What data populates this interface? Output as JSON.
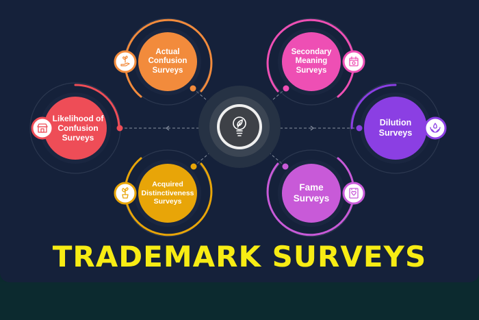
{
  "title": "TRADEMARK SURVEYS",
  "center": {
    "icon": "lightbulb-leaf-icon"
  },
  "nodes": [
    {
      "id": "actual-confusion",
      "label": "Actual Confusion Surveys",
      "lines": [
        "Actual",
        "Confusion",
        "Surveys"
      ],
      "color": "#f28b3c",
      "icon": "hand-plant-icon"
    },
    {
      "id": "secondary-meaning",
      "label": "Secondary Meaning Surveys",
      "lines": [
        "Secondary",
        "Meaning",
        "Surveys"
      ],
      "color": "#ee4fb4",
      "icon": "certificate-icon"
    },
    {
      "id": "likelihood-confusion",
      "label": "Likelihood of Confusion Surveys",
      "lines": [
        "Likelihood of",
        "Confusion",
        "Surveys"
      ],
      "color": "#ee4d57",
      "icon": "shop-icon"
    },
    {
      "id": "dilution",
      "label": "Dilution Surveys",
      "lines": [
        "Dilution",
        "Surveys"
      ],
      "color": "#8b3fe3",
      "icon": "hands-drop-icon"
    },
    {
      "id": "acquired-distinctiveness",
      "label": "Acquired Distinctiveness Surveys",
      "lines": [
        "Acquired",
        "Distinctiveness",
        "Surveys"
      ],
      "color": "#e8a508",
      "icon": "plant-pot-icon"
    },
    {
      "id": "fame",
      "label": "Fame Surveys",
      "lines": [
        "Fame",
        "Surveys"
      ],
      "color": "#c85ad8",
      "icon": "heart-doc-icon"
    }
  ],
  "colors": {
    "background": "#15213a",
    "title": "#f7ec14",
    "center_ring": "#2f3948",
    "connector": "#8a93a3"
  }
}
